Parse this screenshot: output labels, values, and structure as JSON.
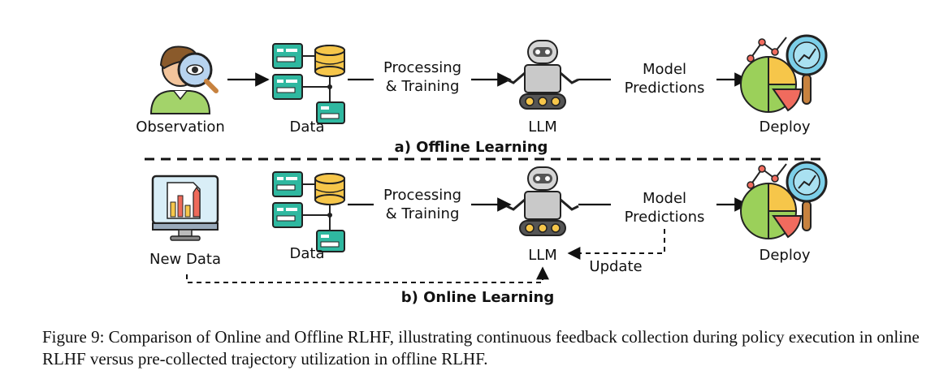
{
  "offline": {
    "nodes": {
      "observation": "Observation",
      "data": "Data",
      "llm": "LLM",
      "deploy": "Deploy"
    },
    "edge_processing_line1": "Processing",
    "edge_processing_line2": "& Training",
    "edge_predictions_line1": "Model",
    "edge_predictions_line2": "Predictions",
    "title": "a) Offline Learning"
  },
  "online": {
    "nodes": {
      "new_data": "New Data",
      "data": "Data",
      "llm": "LLM",
      "deploy": "Deploy"
    },
    "edge_processing_line1": "Processing",
    "edge_processing_line2": "& Training",
    "edge_predictions_line1": "Model",
    "edge_predictions_line2": "Predictions",
    "edge_update": "Update",
    "title": "b) Online Learning"
  },
  "caption": "Figure 9: Comparison of Online and Offline RLHF, illustrating continuous feedback collection during policy execution in online RLHF versus pre-collected trajectory utilization in offline RLHF.",
  "colors": {
    "teal": "#2fb8a0",
    "yellow": "#f6c64a",
    "skin": "#f2c49b",
    "shirt": "#a3d36a",
    "hair": "#8a5a2b",
    "robot_gray": "#c9c9c9",
    "robot_dark": "#555555",
    "magnifier_blue": "#7ccfe8",
    "pie_green": "#9bd05a",
    "pie_red": "#f06b5e",
    "monitor_blue": "#d9eef7",
    "chart_red": "#ee6a5a",
    "handle_brown": "#c7823f"
  },
  "icons": [
    "person-magnifier-icon",
    "database-servers-icon",
    "robot-icon",
    "analytics-deploy-icon",
    "monitor-chart-icon"
  ]
}
